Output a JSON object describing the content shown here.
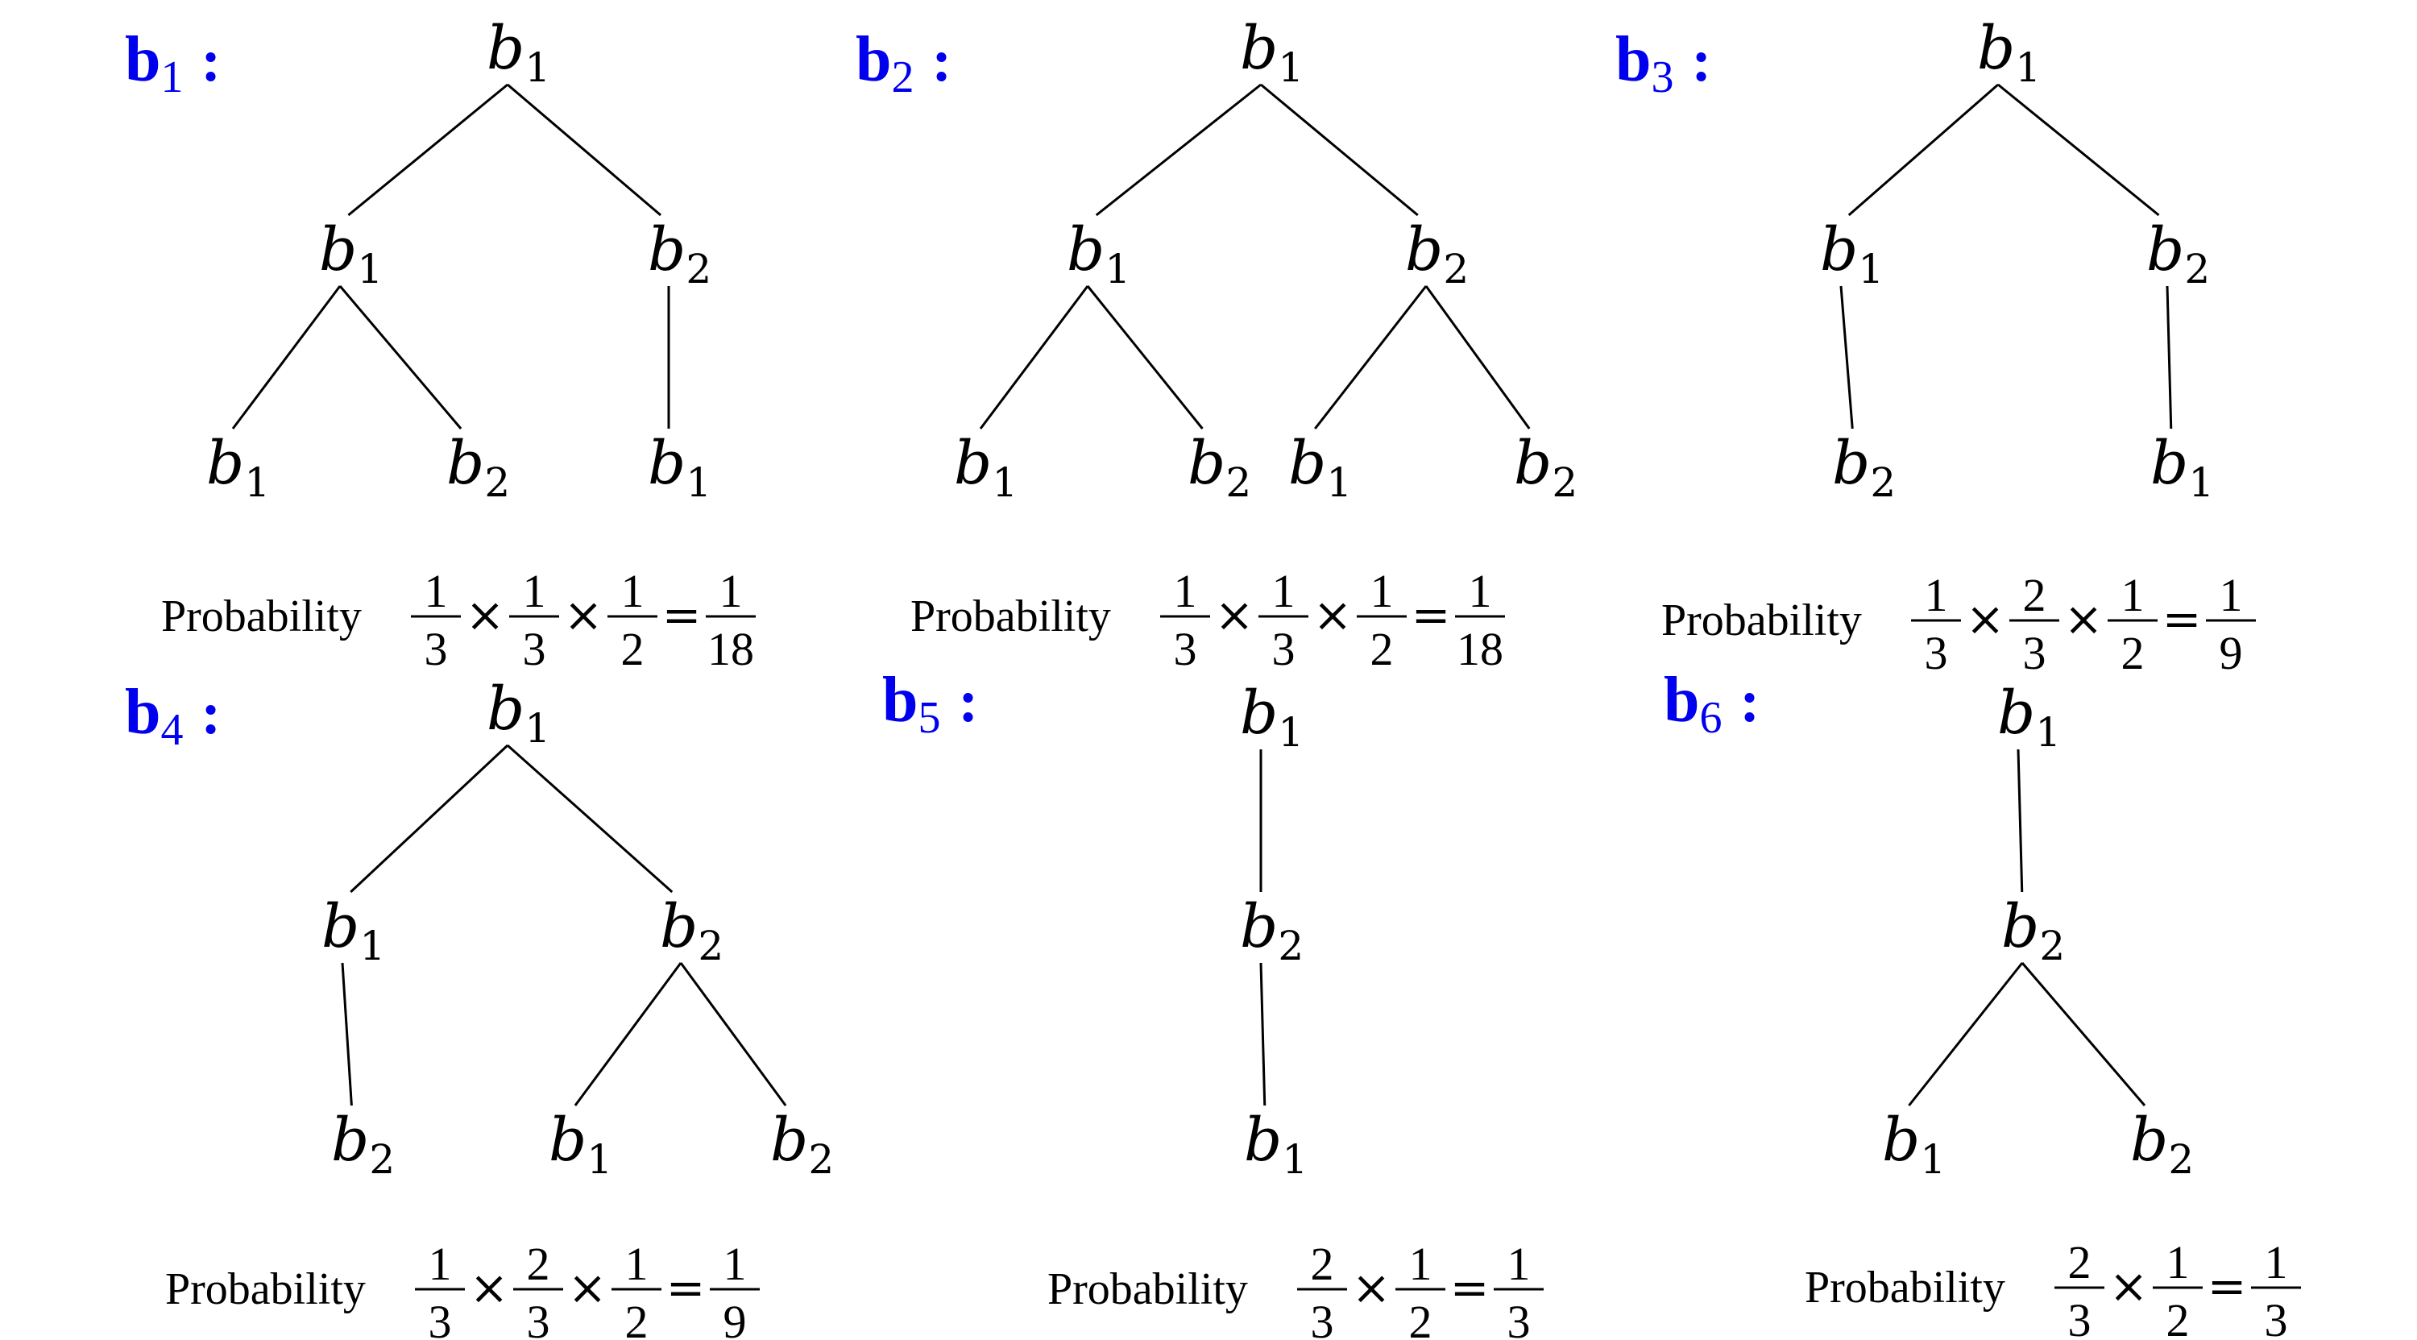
{
  "colors": {
    "label": "#0000ee",
    "ink": "#000000",
    "background": "#ffffff"
  },
  "probability_word": "Probability",
  "trees": [
    {
      "label": {
        "letter": "b",
        "index": "1",
        "colon": ":"
      },
      "nodes": [
        {
          "id": "r",
          "sym": "b",
          "sub": "1"
        },
        {
          "id": "L",
          "sym": "b",
          "sub": "1"
        },
        {
          "id": "R",
          "sym": "b",
          "sub": "2"
        },
        {
          "id": "LL",
          "sym": "b",
          "sub": "1"
        },
        {
          "id": "LR",
          "sym": "b",
          "sub": "2"
        },
        {
          "id": "RL",
          "sym": "b",
          "sub": "1"
        }
      ],
      "edges": [
        [
          "r",
          "L"
        ],
        [
          "r",
          "R"
        ],
        [
          "L",
          "LL"
        ],
        [
          "L",
          "LR"
        ],
        [
          "R",
          "RL"
        ]
      ],
      "probability": {
        "factors": [
          [
            "1",
            "3"
          ],
          [
            "1",
            "3"
          ],
          [
            "1",
            "2"
          ]
        ],
        "result": [
          "1",
          "18"
        ]
      }
    },
    {
      "label": {
        "letter": "b",
        "index": "2",
        "colon": ":"
      },
      "nodes": [
        {
          "id": "r",
          "sym": "b",
          "sub": "1"
        },
        {
          "id": "L",
          "sym": "b",
          "sub": "1"
        },
        {
          "id": "R",
          "sym": "b",
          "sub": "2"
        },
        {
          "id": "LL",
          "sym": "b",
          "sub": "1"
        },
        {
          "id": "LR",
          "sym": "b",
          "sub": "2"
        },
        {
          "id": "RL",
          "sym": "b",
          "sub": "1"
        },
        {
          "id": "RR",
          "sym": "b",
          "sub": "2"
        }
      ],
      "edges": [
        [
          "r",
          "L"
        ],
        [
          "r",
          "R"
        ],
        [
          "L",
          "LL"
        ],
        [
          "L",
          "LR"
        ],
        [
          "R",
          "RL"
        ],
        [
          "R",
          "RR"
        ]
      ],
      "probability": {
        "factors": [
          [
            "1",
            "3"
          ],
          [
            "1",
            "3"
          ],
          [
            "1",
            "2"
          ]
        ],
        "result": [
          "1",
          "18"
        ]
      }
    },
    {
      "label": {
        "letter": "b",
        "index": "3",
        "colon": ":"
      },
      "nodes": [
        {
          "id": "r",
          "sym": "b",
          "sub": "1"
        },
        {
          "id": "L",
          "sym": "b",
          "sub": "1"
        },
        {
          "id": "R",
          "sym": "b",
          "sub": "2"
        },
        {
          "id": "LL",
          "sym": "b",
          "sub": "2"
        },
        {
          "id": "RL",
          "sym": "b",
          "sub": "1"
        }
      ],
      "edges": [
        [
          "r",
          "L"
        ],
        [
          "r",
          "R"
        ],
        [
          "L",
          "LL"
        ],
        [
          "R",
          "RL"
        ]
      ],
      "probability": {
        "factors": [
          [
            "1",
            "3"
          ],
          [
            "2",
            "3"
          ],
          [
            "1",
            "2"
          ]
        ],
        "result": [
          "1",
          "9"
        ]
      }
    },
    {
      "label": {
        "letter": "b",
        "index": "4",
        "colon": ":"
      },
      "nodes": [
        {
          "id": "r",
          "sym": "b",
          "sub": "1"
        },
        {
          "id": "L",
          "sym": "b",
          "sub": "1"
        },
        {
          "id": "R",
          "sym": "b",
          "sub": "2"
        },
        {
          "id": "LL",
          "sym": "b",
          "sub": "2"
        },
        {
          "id": "RL",
          "sym": "b",
          "sub": "1"
        },
        {
          "id": "RR",
          "sym": "b",
          "sub": "2"
        }
      ],
      "edges": [
        [
          "r",
          "L"
        ],
        [
          "r",
          "R"
        ],
        [
          "L",
          "LL"
        ],
        [
          "R",
          "RL"
        ],
        [
          "R",
          "RR"
        ]
      ],
      "probability": {
        "factors": [
          [
            "1",
            "3"
          ],
          [
            "2",
            "3"
          ],
          [
            "1",
            "2"
          ]
        ],
        "result": [
          "1",
          "9"
        ]
      }
    },
    {
      "label": {
        "letter": "b",
        "index": "5",
        "colon": ":"
      },
      "nodes": [
        {
          "id": "r",
          "sym": "b",
          "sub": "1"
        },
        {
          "id": "M",
          "sym": "b",
          "sub": "2"
        },
        {
          "id": "MM",
          "sym": "b",
          "sub": "1"
        }
      ],
      "edges": [
        [
          "r",
          "M"
        ],
        [
          "M",
          "MM"
        ]
      ],
      "probability": {
        "factors": [
          [
            "2",
            "3"
          ],
          [
            "1",
            "2"
          ]
        ],
        "result": [
          "1",
          "3"
        ]
      }
    },
    {
      "label": {
        "letter": "b",
        "index": "6",
        "colon": ":"
      },
      "nodes": [
        {
          "id": "r",
          "sym": "b",
          "sub": "1"
        },
        {
          "id": "M",
          "sym": "b",
          "sub": "2"
        },
        {
          "id": "ML",
          "sym": "b",
          "sub": "1"
        },
        {
          "id": "MR",
          "sym": "b",
          "sub": "2"
        }
      ],
      "edges": [
        [
          "r",
          "M"
        ],
        [
          "M",
          "ML"
        ],
        [
          "M",
          "MR"
        ]
      ],
      "probability": {
        "factors": [
          [
            "2",
            "3"
          ],
          [
            "1",
            "2"
          ]
        ],
        "result": [
          "1",
          "3"
        ]
      }
    }
  ]
}
